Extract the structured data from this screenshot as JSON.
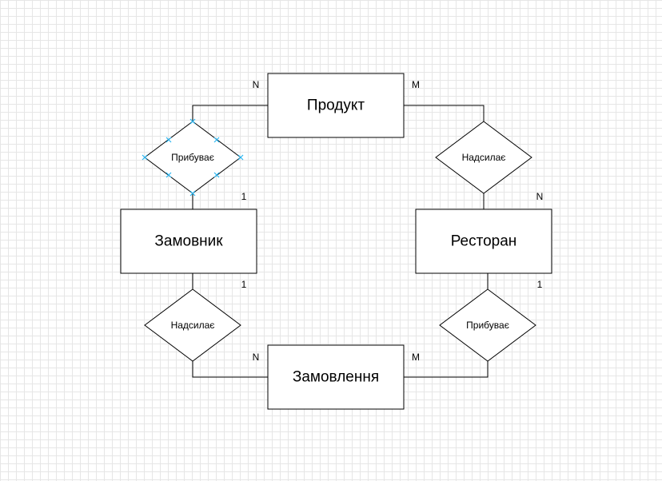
{
  "entities": {
    "product": "Продукт",
    "customer": "Замовник",
    "restaurant": "Ресторан",
    "order": "Замовлення"
  },
  "relationships": {
    "product_customer": "Прибуває",
    "product_restaurant": "Надсилає",
    "customer_order": "Надсилає",
    "restaurant_order": "Прибуває"
  },
  "cardinalities": {
    "product_left": "N",
    "product_right": "M",
    "customer_top": "1",
    "restaurant_top": "N",
    "customer_bottom": "1",
    "restaurant_bottom": "1",
    "order_left": "N",
    "order_right": "M"
  },
  "colors": {
    "selection_handle": "#29b6f2",
    "grid": "#e6e6e6"
  }
}
